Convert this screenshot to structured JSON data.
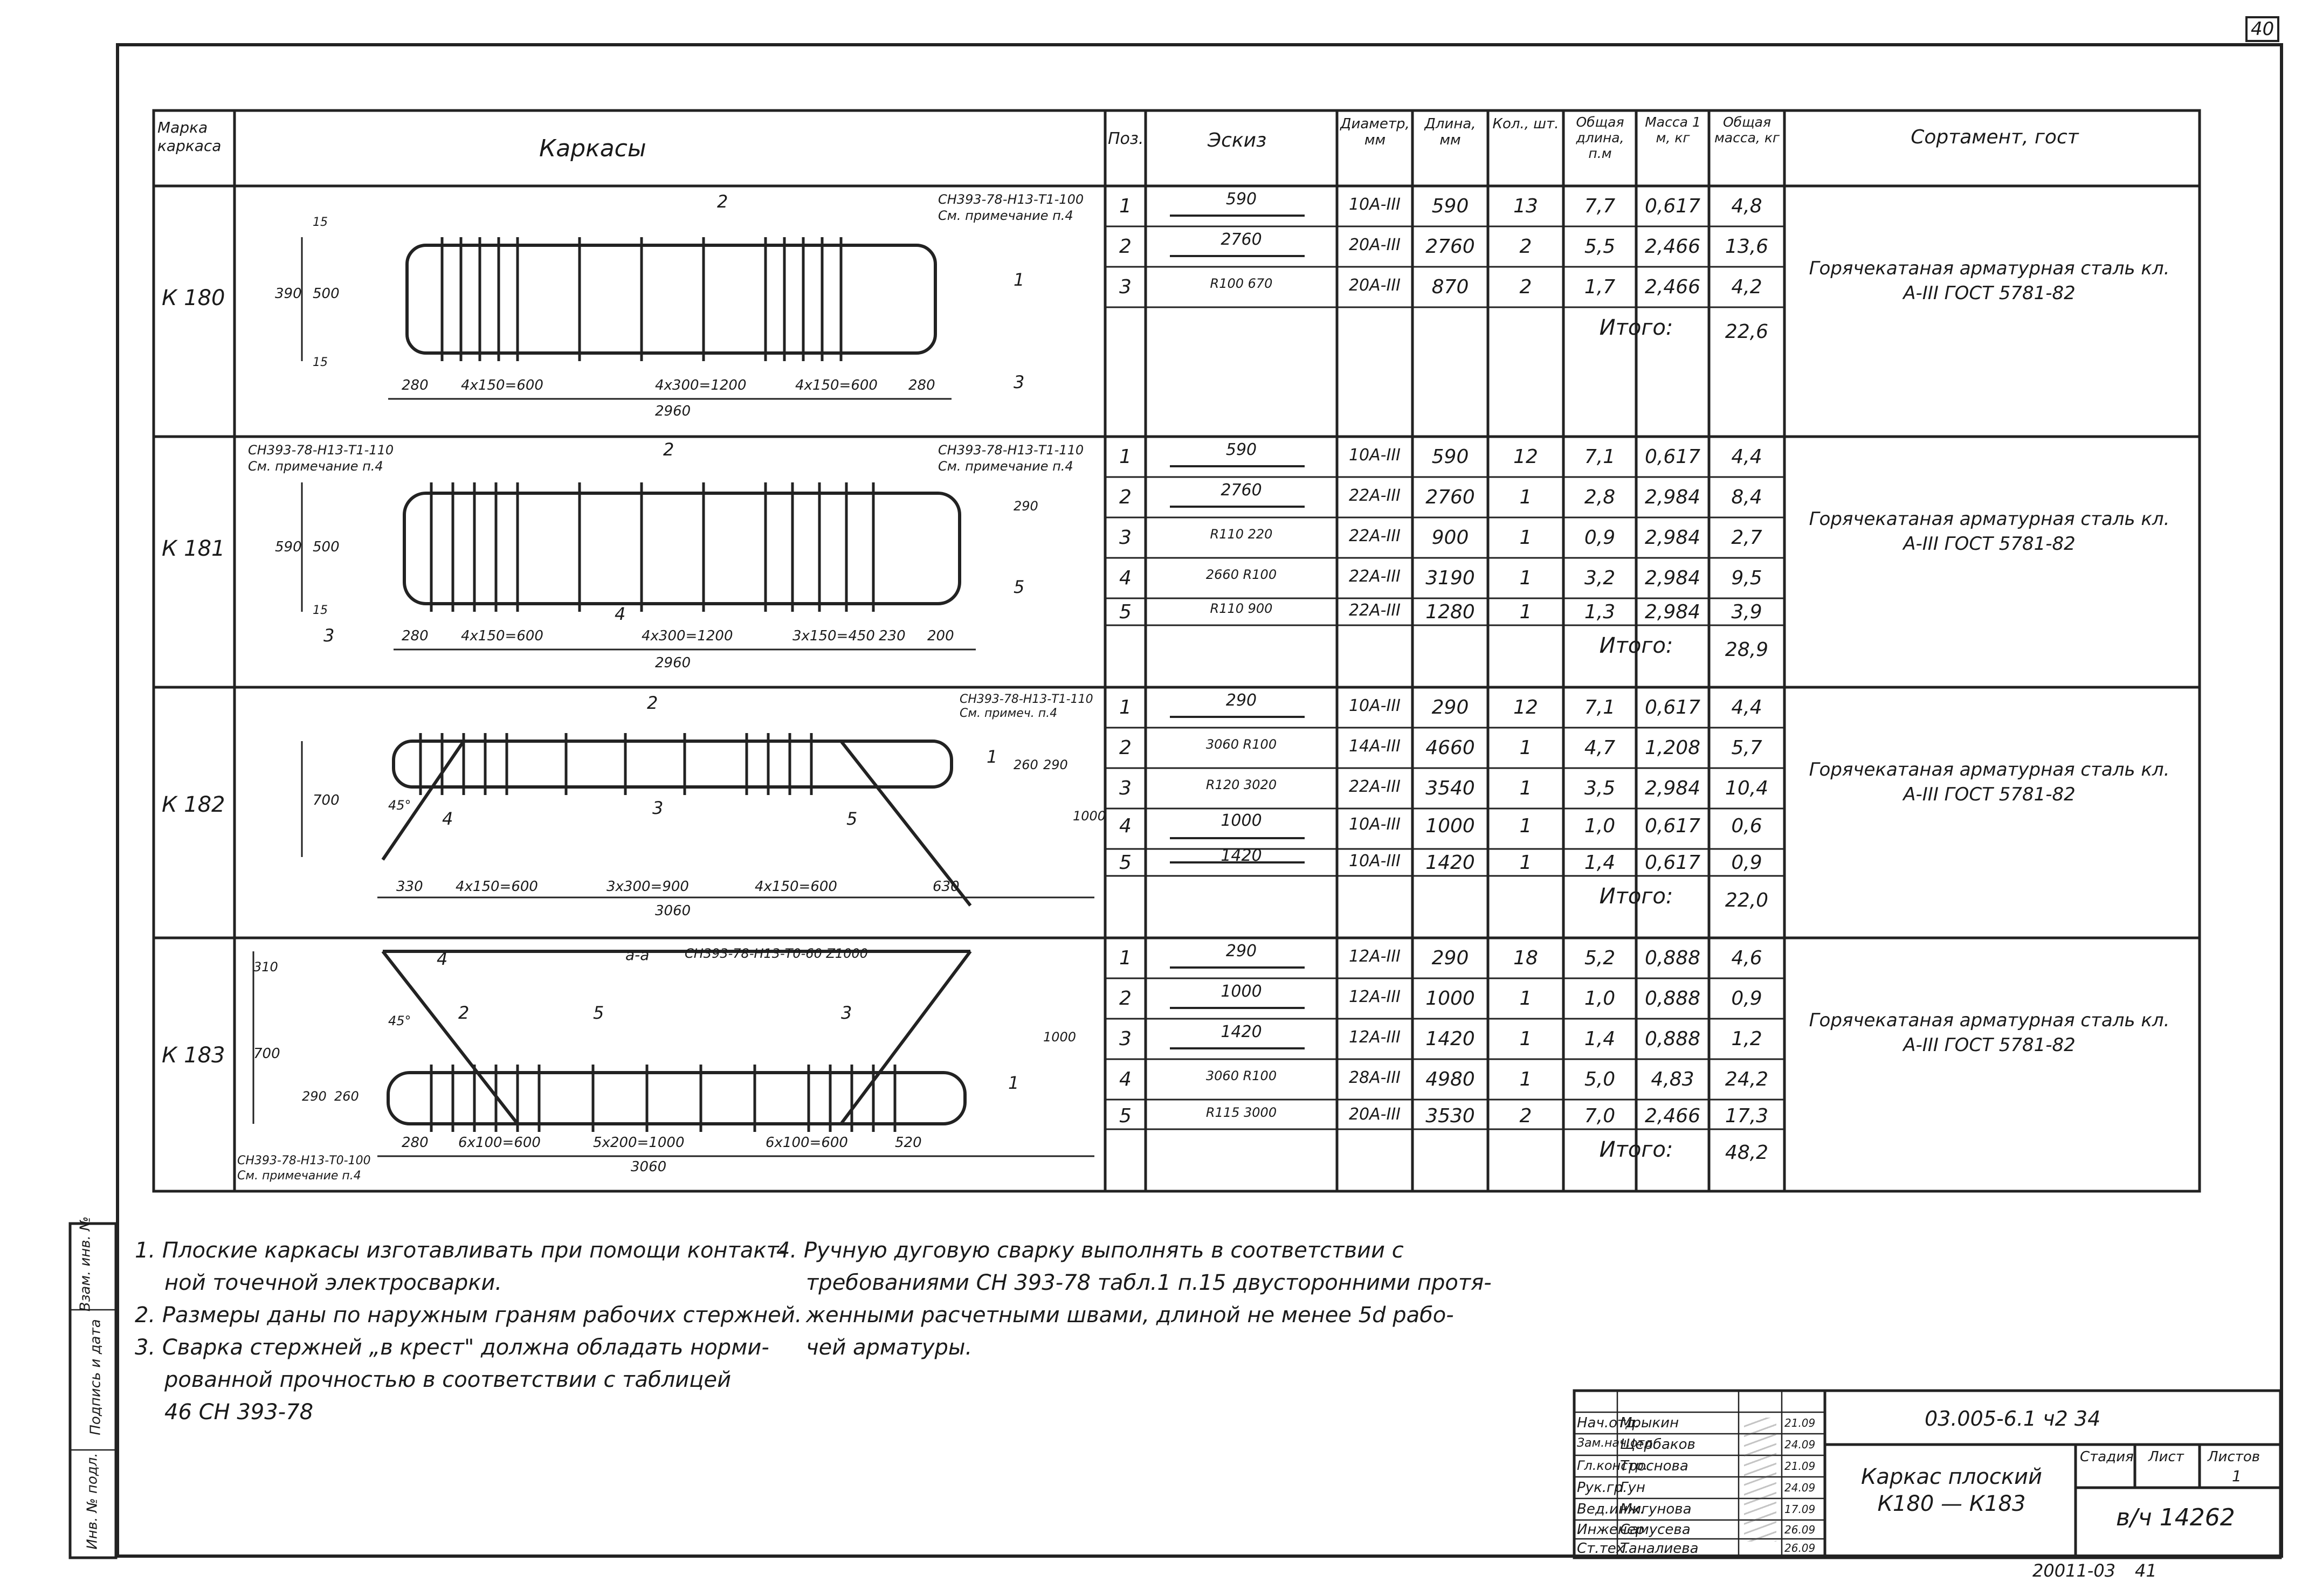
{
  "corner_mark": "40",
  "header": {
    "mark_col": "Марка каркаса",
    "frames_col": "Каркасы",
    "pos": "Поз.",
    "sketch": "Эскиз",
    "diameter": "Диаметр, мм",
    "length": "Длина, мм",
    "qty": "Кол., шт.",
    "total_length": "Общая длина, п.м",
    "mass_1m": "Масса 1 м, кг",
    "total_mass": "Общая масса, кг",
    "assortment": "Сортамент, гост"
  },
  "groups": [
    {
      "mark": "К 180",
      "rows": [
        {
          "pos": "1",
          "sketch": "590",
          "diam": "10А-III",
          "len": "590",
          "qty": "13",
          "tl": "7,7",
          "m1": "0,617",
          "tm": "4,8"
        },
        {
          "pos": "2",
          "sketch": "2760",
          "diam": "20А-III",
          "len": "2760",
          "qty": "2",
          "tl": "5,5",
          "m1": "2,466",
          "tm": "13,6"
        },
        {
          "pos": "3",
          "sketch": "R100  670",
          "diam": "20А-III",
          "len": "870",
          "qty": "2",
          "tl": "1,7",
          "m1": "2,466",
          "tm": "4,2"
        }
      ],
      "total_label": "Итого:",
      "total": "22,6",
      "assortment": "Горячекатаная арматурная сталь кл. А-III ГОСТ 5781-82",
      "drawing_labels": {
        "weld": "СН393-78-Н13-Т1-100 См. примечание п.4",
        "dims": [
          "280",
          "4x150=600",
          "4x300=1200",
          "4x150=600",
          "280"
        ],
        "overall": "2960",
        "heights": [
          "390",
          "500",
          "15",
          "15"
        ],
        "callouts": [
          "1",
          "2",
          "3"
        ]
      }
    },
    {
      "mark": "К 181",
      "rows": [
        {
          "pos": "1",
          "sketch": "590",
          "diam": "10А-III",
          "len": "590",
          "qty": "12",
          "tl": "7,1",
          "m1": "0,617",
          "tm": "4,4"
        },
        {
          "pos": "2",
          "sketch": "2760",
          "diam": "22А-III",
          "len": "2760",
          "qty": "1",
          "tl": "2,8",
          "m1": "2,984",
          "tm": "8,4"
        },
        {
          "pos": "3",
          "sketch": "R110  220",
          "diam": "22А-III",
          "len": "900",
          "qty": "1",
          "tl": "0,9",
          "m1": "2,984",
          "tm": "2,7"
        },
        {
          "pos": "4",
          "sketch": "2660  R100",
          "diam": "22А-III",
          "len": "3190",
          "qty": "1",
          "tl": "3,2",
          "m1": "2,984",
          "tm": "9,5"
        },
        {
          "pos": "5",
          "sketch": "R110  900",
          "diam": "22А-III",
          "len": "1280",
          "qty": "1",
          "tl": "1,3",
          "m1": "2,984",
          "tm": "3,9"
        }
      ],
      "total_label": "Итого:",
      "total": "28,9",
      "assortment": "Горячекатаная арматурная сталь кл. А-III ГОСТ 5781-82",
      "drawing_labels": {
        "weld": "СН393-78-Н13-Т1-110 См. примечание п.4",
        "dims": [
          "280",
          "4x150=600",
          "4x300=1200",
          "3x150=450",
          "230",
          "200"
        ],
        "overall": "2960",
        "heights": [
          "590",
          "500",
          "15",
          "290"
        ],
        "callouts": [
          "2",
          "3",
          "4",
          "5"
        ]
      }
    },
    {
      "mark": "К 182",
      "rows": [
        {
          "pos": "1",
          "sketch": "290",
          "diam": "10А-III",
          "len": "290",
          "qty": "12",
          "tl": "7,1",
          "m1": "0,617",
          "tm": "4,4"
        },
        {
          "pos": "2",
          "sketch": "3060  R100",
          "diam": "14А-III",
          "len": "4660",
          "qty": "1",
          "tl": "4,7",
          "m1": "1,208",
          "tm": "5,7"
        },
        {
          "pos": "3",
          "sketch": "R120  3020",
          "diam": "22А-III",
          "len": "3540",
          "qty": "1",
          "tl": "3,5",
          "m1": "2,984",
          "tm": "10,4"
        },
        {
          "pos": "4",
          "sketch": "1000",
          "diam": "10А-III",
          "len": "1000",
          "qty": "1",
          "tl": "1,0",
          "m1": "0,617",
          "tm": "0,6"
        },
        {
          "pos": "5",
          "sketch": "1420",
          "diam": "10А-III",
          "len": "1420",
          "qty": "1",
          "tl": "1,4",
          "m1": "0,617",
          "tm": "0,9"
        }
      ],
      "total_label": "Итого:",
      "total": "22,0",
      "assortment": "Горячекатаная арматурная сталь кл. А-III ГОСТ 5781-82",
      "drawing_labels": {
        "weld": "СН393-78-Н13-Т1-110 См. примеч. п.4",
        "dims": [
          "330",
          "4x150=600",
          "3x300=900",
          "4x150=600",
          "630"
        ],
        "overall": "3060",
        "heights": [
          "700",
          "260",
          "290",
          "1000",
          "45°"
        ],
        "callouts": [
          "1",
          "2",
          "3",
          "4",
          "5"
        ]
      }
    },
    {
      "mark": "К 183",
      "rows": [
        {
          "pos": "1",
          "sketch": "290",
          "diam": "12А-III",
          "len": "290",
          "qty": "18",
          "tl": "5,2",
          "m1": "0,888",
          "tm": "4,6"
        },
        {
          "pos": "2",
          "sketch": "1000",
          "diam": "12А-III",
          "len": "1000",
          "qty": "1",
          "tl": "1,0",
          "m1": "0,888",
          "tm": "0,9"
        },
        {
          "pos": "3",
          "sketch": "1420",
          "diam": "12А-III",
          "len": "1420",
          "qty": "1",
          "tl": "1,4",
          "m1": "0,888",
          "tm": "1,2"
        },
        {
          "pos": "4",
          "sketch": "3060  R100",
          "diam": "28А-III",
          "len": "4980",
          "qty": "1",
          "tl": "5,0",
          "m1": "4,83",
          "tm": "24,2"
        },
        {
          "pos": "5",
          "sketch": "R115  3000",
          "diam": "20А-III",
          "len": "3530",
          "qty": "2",
          "tl": "7,0",
          "m1": "2,466",
          "tm": "17,3"
        }
      ],
      "total_label": "Итого:",
      "total": "48,2",
      "assortment": "Горячекатаная арматурная сталь кл. А-III ГОСТ 5781-82",
      "drawing_labels": {
        "weld": "СН393-78-Н13-Т0-100 См. примечание п.4",
        "section": "а-а",
        "weld2": "СН393-78-Н13-Т0-60 Z1000",
        "dims": [
          "280",
          "6x100=600",
          "5x200=1000",
          "6x100=600",
          "520"
        ],
        "overall": "3060",
        "heights": [
          "310",
          "700",
          "290",
          "260",
          "1000",
          "45°"
        ],
        "callouts": [
          "1",
          "2",
          "3",
          "4",
          "5"
        ]
      }
    }
  ],
  "notes_left": [
    "1. Плоские каркасы изготавливать при помощи контакт-",
    "ной точечной электросварки.",
    "2. Размеры даны по наружным граням рабочих стержней.",
    "3. Сварка стержней „в крест\" должна обладать норми-",
    "рованной прочностью в соответствии с таблицей",
    "46 СН 393-78"
  ],
  "notes_right": [
    "4. Ручную дуговую сварку выполнять в соответствии с",
    "требованиями СН 393-78 табл.1 п.15 двусторонними протя-",
    "женными расчетными швами, длиной не менее 5d рабо-",
    "чей арматуры."
  ],
  "side_stamp": [
    "Инв. № подл.",
    "Подпись и дата",
    "Взам. инв. №"
  ],
  "title_block": {
    "roles": [
      "Нач.отд.",
      "Зам.нач.отд.",
      "Гл.констр.",
      "Рук.гр.",
      "Вед.инж.",
      "Инженер",
      "Ст.тех."
    ],
    "names": [
      "Мрыкин",
      "Щербаков",
      "Троснова",
      "Гун",
      "Мигунова",
      "Самусева",
      "Таналиева"
    ],
    "dates": [
      "21.09",
      "24.09",
      "21.09",
      "24.09",
      "17.09",
      "26.09",
      "26.09"
    ],
    "code": "03.005-6.1 ч2 34",
    "title": "Каркас плоский К180 — К183",
    "stage_label": "Стадия",
    "sheet_label": "Лист",
    "sheets_label": "Листов",
    "sheets_value": "1",
    "org": "в/ч 14262"
  },
  "bottom_code": "20011-03",
  "bottom_page": "41"
}
